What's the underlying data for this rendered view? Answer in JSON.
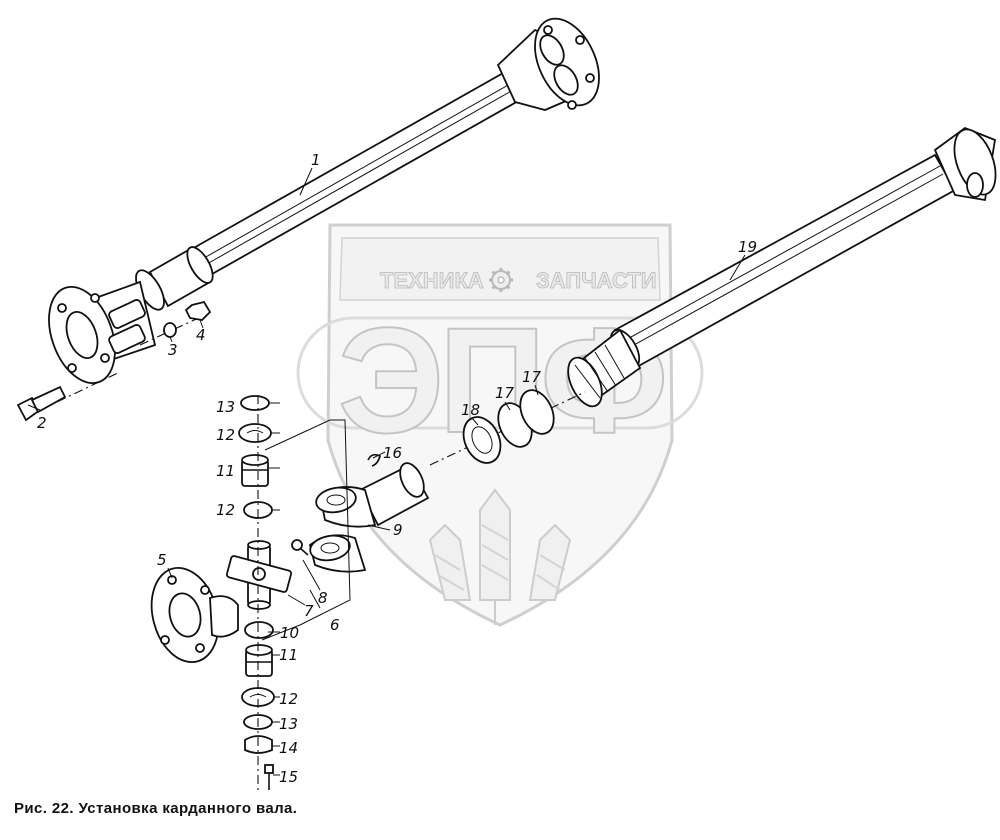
{
  "caption": "Рис. 22. Установка карданного вала.",
  "watermark": {
    "line_left": "ТЕХНИКА",
    "line_right": "ЗАПЧАСТИ",
    "big_letters": "ЭПФ",
    "gear_icon": "gear-icon"
  },
  "callouts": [
    "1",
    "2",
    "3",
    "4",
    "5",
    "6",
    "7",
    "8",
    "9",
    "10",
    "11",
    "11",
    "12",
    "12",
    "12",
    "13",
    "13",
    "14",
    "15",
    "16",
    "17",
    "17",
    "18",
    "19"
  ]
}
